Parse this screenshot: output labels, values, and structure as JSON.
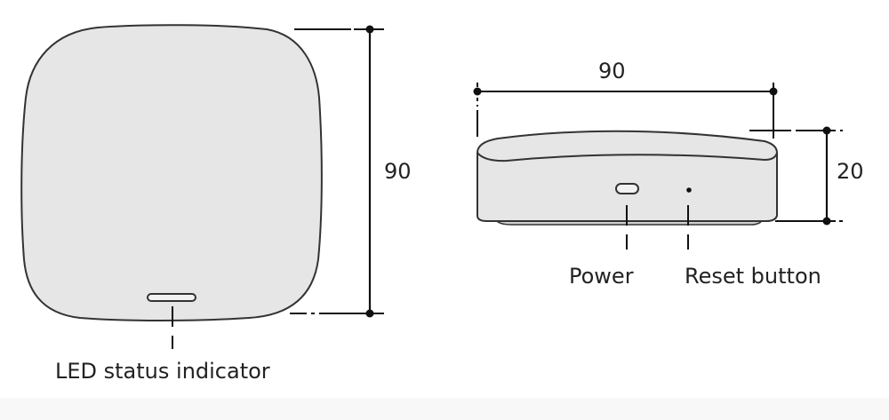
{
  "diagram": {
    "front_view": {
      "height_dimension": "90",
      "callouts": [
        {
          "label": "LED status indicator"
        }
      ]
    },
    "side_view": {
      "width_dimension": "90",
      "height_dimension": "20",
      "callouts": [
        {
          "label": "Power"
        },
        {
          "label": "Reset button"
        }
      ]
    },
    "colors": {
      "body_fill": "#e6e6e6",
      "outline": "#333333",
      "dimension_line": "#111111",
      "text": "#222222"
    }
  }
}
